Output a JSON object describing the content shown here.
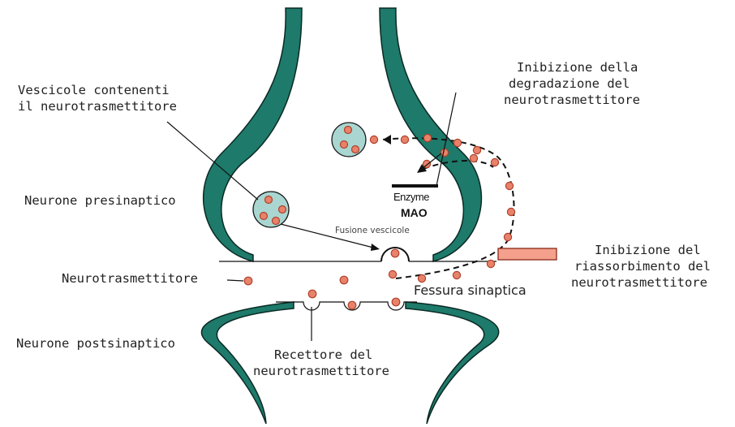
{
  "labels": {
    "vescicole_line1": "Vescicole contenenti",
    "vescicole_line2": "il neurotrasmettitore",
    "presinaptico": "Neurone presinaptico",
    "neurotrasmettitore": "Neurotrasmettitore",
    "postsinaptico": "Neurone postsinaptico",
    "inibizione_degradazione_line1": "Inibizione della",
    "inibizione_degradazione_line2": "degradazione del",
    "inibizione_degradazione_line3": "neurotrasmettitore",
    "enzyme": "Enzyme",
    "mao": "MAO",
    "fusione": "Fusione vescicole",
    "inibizione_riassorbimento_line1": "Inibizione del",
    "inibizione_riassorbimento_line2": "riassorbimento del",
    "inibizione_riassorbimento_line3": "neurotrasmettitore",
    "fessura": "Fessura sinaptica",
    "recettore_line1": "Recettore del",
    "recettore_line2": "neurotrasmettitore"
  },
  "colors": {
    "membrane": "#1e7a6a",
    "vesicle": "#a9d6d0",
    "neurotransmitter": "#e8826a",
    "blocker": "#f4a08c"
  }
}
